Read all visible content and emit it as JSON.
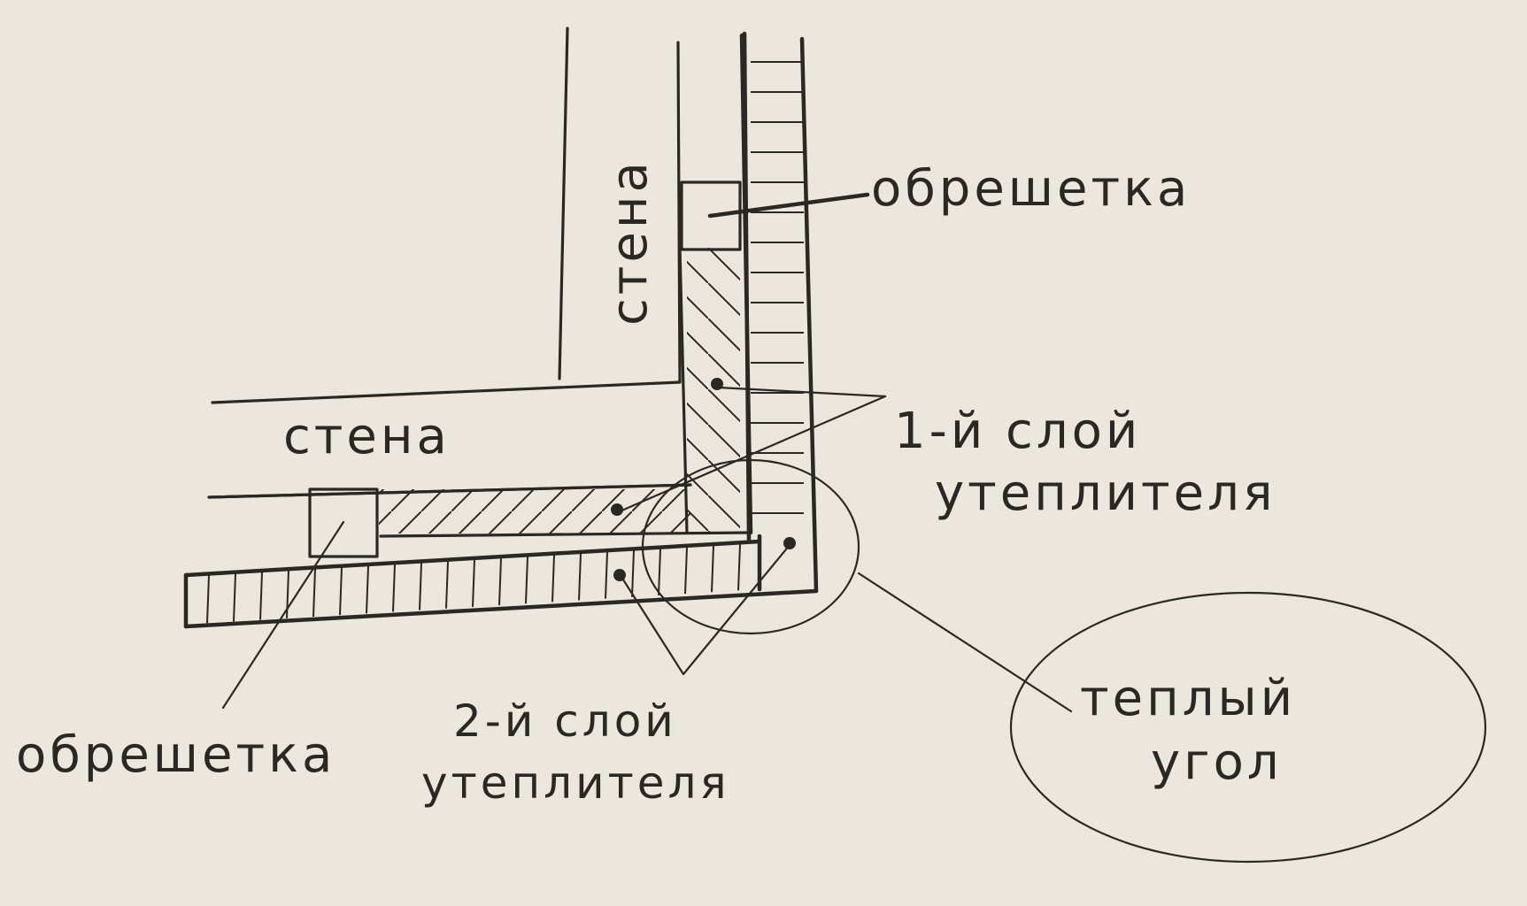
{
  "labels": {
    "wall_vertical": "стена",
    "wall_horizontal": "стена",
    "batten_top": "обрешетка",
    "insulation_layer1_line1": "1-й слой",
    "insulation_layer1_line2": "утеплителя",
    "batten_bottom": "обрешетка",
    "insulation_layer2_line1": "2-й слой",
    "insulation_layer2_line2": "утеплителя",
    "warm_corner_line1": "теплый",
    "warm_corner_line2": "угол"
  },
  "colors": {
    "ink": "#2b2823",
    "paper": "#ebe7dd"
  }
}
